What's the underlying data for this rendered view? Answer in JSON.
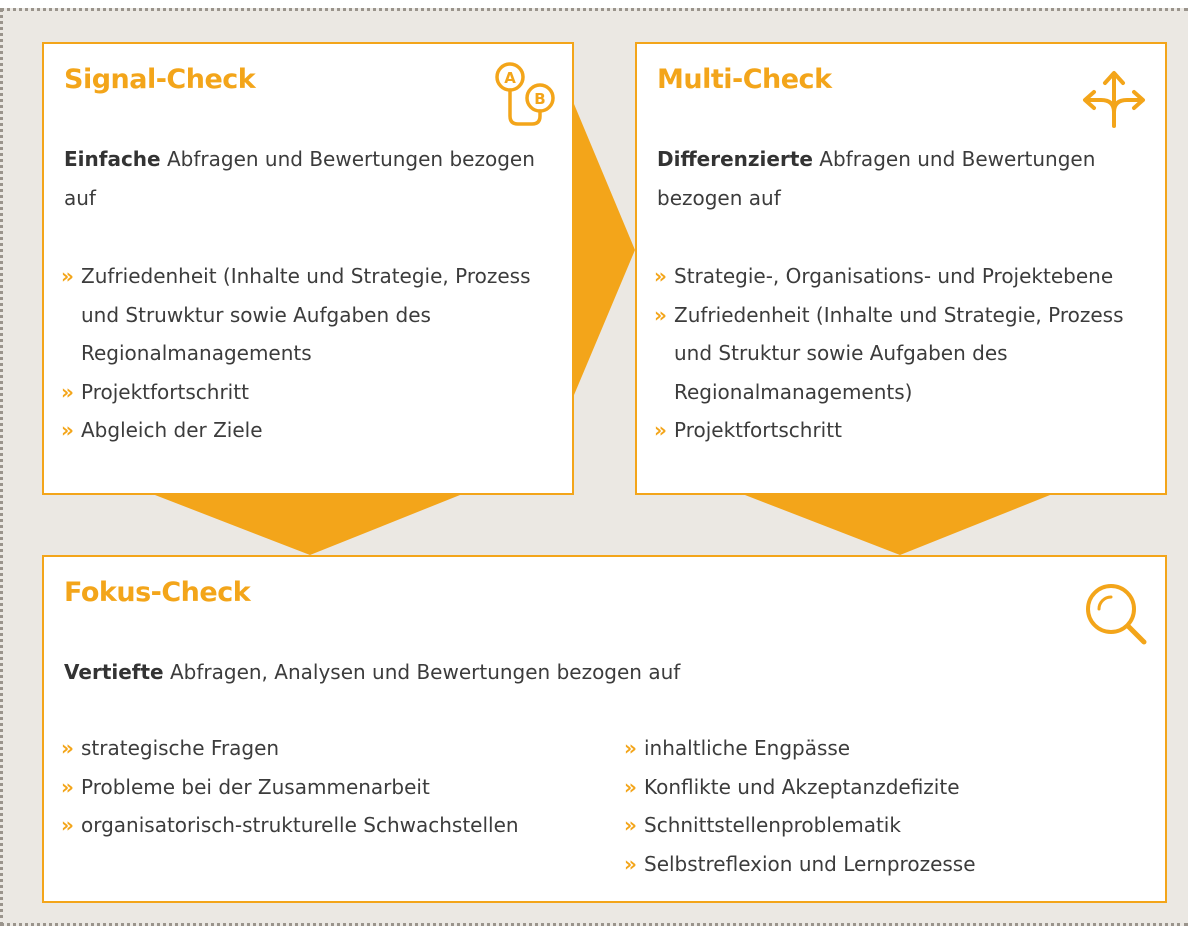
{
  "accent_color": "#f3a51a",
  "background_color": "#ebe8e3",
  "signal_check": {
    "title": "Signal-Check",
    "icon": "ab-route-icon",
    "intro_bold": "Einfache",
    "intro_rest": " Abfragen und Bewertungen bezogen auf",
    "items": [
      "Zufriedenheit (Inhalte und Strategie, Prozess und Struwktur sowie Aufgaben des Regionalmanagements",
      "Projektfortschritt",
      "Abgleich der Ziele"
    ]
  },
  "multi_check": {
    "title": "Multi-Check",
    "icon": "split-arrows-icon",
    "intro_bold": "Differenzierte",
    "intro_rest": " Abfragen und Bewertungen bezogen auf",
    "items": [
      "Strategie-, Organisations- und Projektebene",
      "Zufriedenheit (Inhalte und Strategie, Prozess und Struktur sowie Aufgaben des Regionalmanagements)",
      "Projektfortschritt"
    ]
  },
  "fokus_check": {
    "title": "Fokus-Check",
    "icon": "magnifier-icon",
    "intro_bold": "Vertiefte",
    "intro_rest": " Abfragen, Analysen und Bewertungen bezogen auf",
    "items_left": [
      "strategische Fragen",
      "Probleme bei der Zusammenarbeit",
      "organisatorisch-strukturelle Schwachstellen"
    ],
    "items_right": [
      "inhaltliche Engpässe",
      "Konflikte und Akzeptanzdefizite",
      "Schnittstellenproblematik",
      "Selbstreflexion und Lernprozesse"
    ]
  },
  "bullet_marker": "»"
}
